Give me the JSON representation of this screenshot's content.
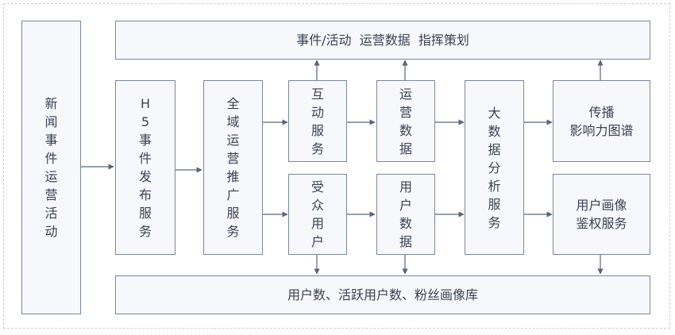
{
  "nodes": {
    "news_events": "新闻事件运营活动",
    "h5_service": "H5事件发布服务",
    "promotion": "全域运营推广服务",
    "interaction": "互动服务",
    "audience_users": "受众用户",
    "ops_data": "运营数据",
    "user_data": "用户数据",
    "bigdata": "大数据分析服务",
    "spread_graph": "传播\n影响力图谱",
    "portrait_auth": "用户画像\n鉴权服务",
    "top_bar": "事件/活动  运营数据  指挥策划",
    "bottom_bar": "用户数、活跃用户数、粉丝画像库"
  },
  "colors": {
    "border": "#7d8797",
    "fill": "#f6f8fc",
    "arrow": "#5c6677",
    "text": "#3b4150"
  }
}
